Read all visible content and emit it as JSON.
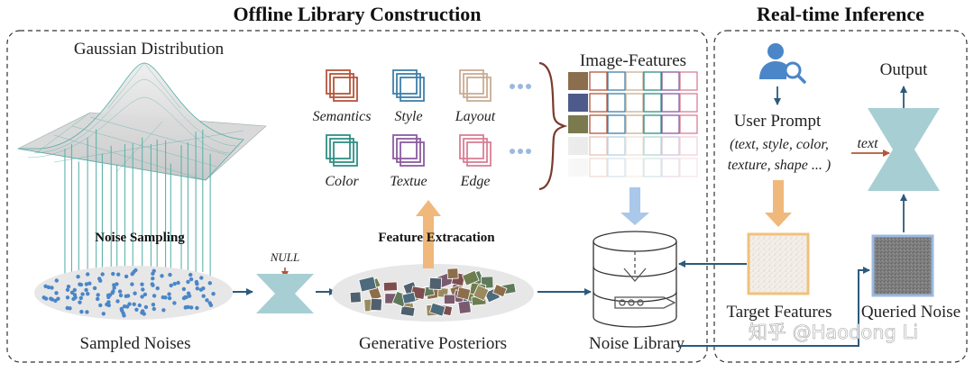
{
  "sections": {
    "offline_title": "Offline Library Construction",
    "realtime_title": "Real-time Inference"
  },
  "labels": {
    "gaussian": "Gaussian Distribution",
    "noise_sampling": "Noise Sampling",
    "sampled_noises": "Sampled Noises",
    "null": "NULL",
    "feature_extraction": "Feature Extracation",
    "generative_posteriors": "Generative Posteriors",
    "image_features": "Image-Features",
    "noise_library": "Noise Library",
    "user_prompt": "User Prompt",
    "prompt_detail_1": "(text, style, color,",
    "prompt_detail_2": "texture, shape ... )",
    "output": "Output",
    "text_arrow": "text",
    "target_features": "Target Features",
    "queried_noise": "Queried Noise"
  },
  "features": [
    {
      "name": "Semantics",
      "color": "#b5563a"
    },
    {
      "name": "Style",
      "color": "#3f7fa8"
    },
    {
      "name": "Layout",
      "color": "#c9ad94"
    },
    {
      "name": "Color",
      "color": "#2f8f85"
    },
    {
      "name": "Textue",
      "color": "#8a5c9e"
    },
    {
      "name": "Edge",
      "color": "#d97f95"
    }
  ],
  "colors": {
    "sampled_dots": "#4a86c8",
    "connector": "#2d5a7b",
    "orange_arrow": "#f0b87a",
    "blue_arrow": "#a9c8ea",
    "hourglass": "#a7cfd3",
    "text_arrow": "#b5563a"
  },
  "watermark": "知乎 @Haodong Li"
}
